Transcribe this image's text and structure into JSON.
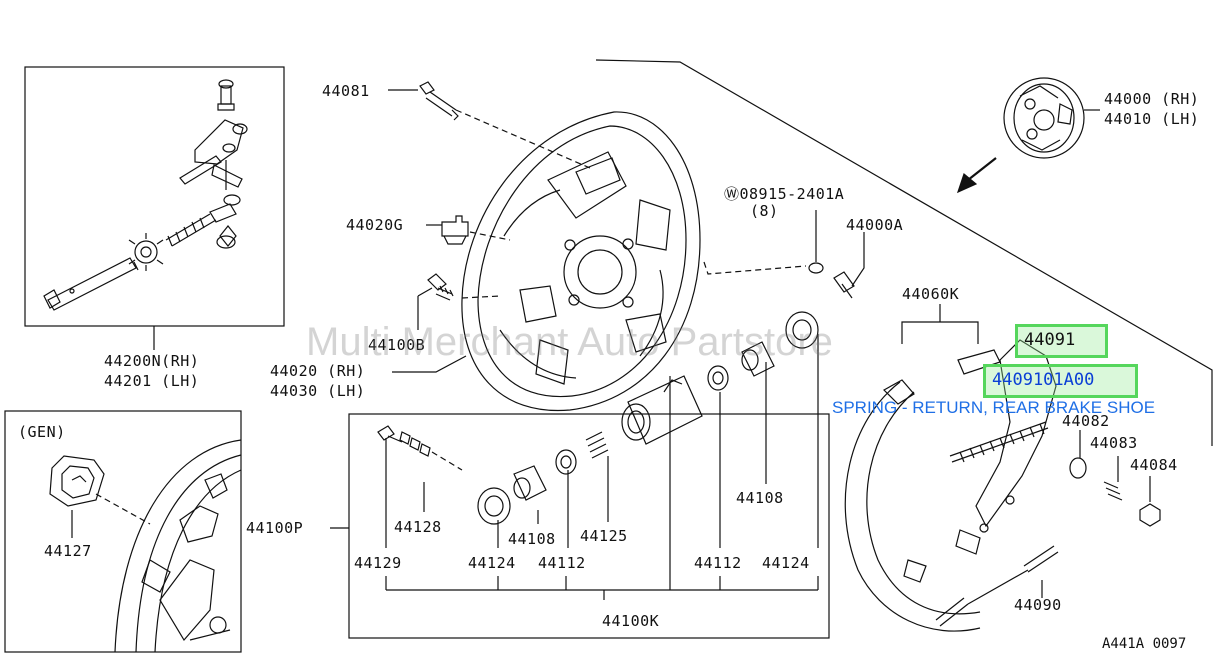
{
  "labels": {
    "p44081": "44081",
    "p44020g": "44020G",
    "p44100b": "44100B",
    "p44020": "44020 (RH)",
    "p44030": "44030 (LH)",
    "p44200n": "44200N(RH)",
    "p44201": "44201  (LH)",
    "gen": "(GEN)",
    "p44127": "44127",
    "p44100p": "44100P",
    "p44129": "44129",
    "p44128": "44128",
    "p44124a": "44124",
    "p44108a": "44108",
    "p44112a": "44112",
    "p44125": "44125",
    "p44108b": "44108",
    "p44112b": "44112",
    "p44124b": "44124",
    "p44100k": "44100K",
    "w08915": "Ⓦ08915-2401A",
    "w08915qty": "(8)",
    "p44000a": "44000A",
    "p44000": "44000 (RH)",
    "p44010": "44010 (LH)",
    "p44060k": "44060K",
    "p44082": "44082",
    "p44083": "44083",
    "p44084": "44084",
    "p44090": "44090"
  },
  "highlight": {
    "part_ref": "44091",
    "part_number": "4409101A00",
    "description": "SPRING - RETURN, REAR BRAKE SHOE"
  },
  "watermark": "Multi Merchant Auto Partstore",
  "diagram_code": "A441A 0097",
  "colors": {
    "line": "#111111",
    "highlight_border": "#55d65c",
    "highlight_text": "#0b3fd6",
    "caption": "#1f6fe6"
  }
}
